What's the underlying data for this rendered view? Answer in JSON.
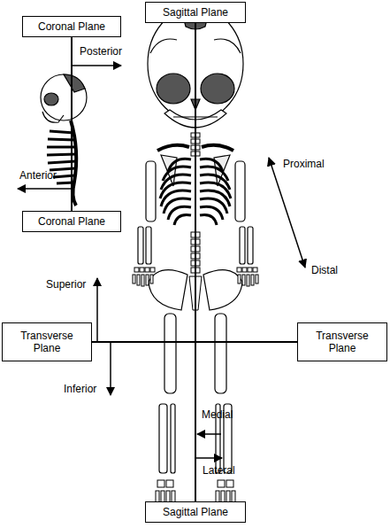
{
  "diagram": {
    "nodes": [
      {
        "text": [
          "Sagittal Plane"
        ]
      },
      {
        "text": [
          "Coronal Plane"
        ]
      },
      {
        "text": [
          "Coronal Plane"
        ]
      },
      {
        "text": [
          "Transverse Plane"
        ]
      },
      {
        "text": [
          "Transverse Plane"
        ]
      },
      {
        "text": [
          "Sagittal Plane"
        ]
      }
    ],
    "edges": [
      {
        "from": 0,
        "to": 5,
        "arrow": "none"
      },
      {
        "from": 1,
        "to": 2,
        "arrow": "none"
      },
      {
        "from": 3,
        "to": 4,
        "arrow": "none"
      }
    ],
    "labels": [
      "Posterior",
      "Anterior",
      "Proximal",
      "Distal",
      "Superior",
      "Inferior",
      "Medial",
      "Lateral"
    ]
  }
}
